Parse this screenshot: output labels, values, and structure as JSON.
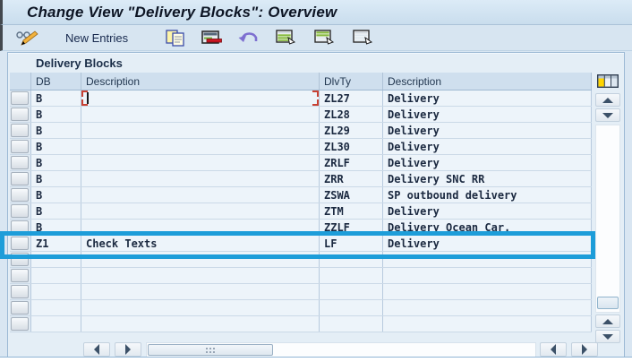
{
  "window": {
    "title": "Change View \"Delivery Blocks\": Overview"
  },
  "toolbar": {
    "new_entries_label": "New Entries",
    "icons": [
      "display-change-icon",
      "copy-as-icon",
      "delete-icon",
      "undo-icon",
      "select-all-icon",
      "select-block-icon",
      "deselect-all-icon"
    ]
  },
  "table": {
    "caption": "Delivery Blocks",
    "columns": {
      "db": "DB",
      "description": "Description",
      "dlvty": "DlvTy",
      "dlvty_description": "Description"
    },
    "rows": [
      {
        "db": "B",
        "description": "",
        "dlvty": "ZL27",
        "dlvty_description": "Delivery",
        "cursor": true
      },
      {
        "db": "B",
        "description": "",
        "dlvty": "ZL28",
        "dlvty_description": "Delivery"
      },
      {
        "db": "B",
        "description": "",
        "dlvty": "ZL29",
        "dlvty_description": "Delivery"
      },
      {
        "db": "B",
        "description": "",
        "dlvty": "ZL30",
        "dlvty_description": "Delivery"
      },
      {
        "db": "B",
        "description": "",
        "dlvty": "ZRLF",
        "dlvty_description": "Delivery"
      },
      {
        "db": "B",
        "description": "",
        "dlvty": "ZRR",
        "dlvty_description": "Delivery SNC RR"
      },
      {
        "db": "B",
        "description": "",
        "dlvty": "ZSWA",
        "dlvty_description": "SP outbound delivery"
      },
      {
        "db": "B",
        "description": "",
        "dlvty": "ZTM",
        "dlvty_description": "Delivery"
      },
      {
        "db": "B",
        "description": "",
        "dlvty": "ZZLF",
        "dlvty_description": "Delivery Ocean Car."
      },
      {
        "db": "Z1",
        "description": "Check Texts",
        "dlvty": "LF",
        "dlvty_description": "Delivery",
        "highlighted": true
      }
    ],
    "empty_row_count": 5
  },
  "colors": {
    "highlight_blue": "#1d9dd9",
    "field_cursor_red": "#c94133",
    "window_background": "#d9e6f2"
  }
}
